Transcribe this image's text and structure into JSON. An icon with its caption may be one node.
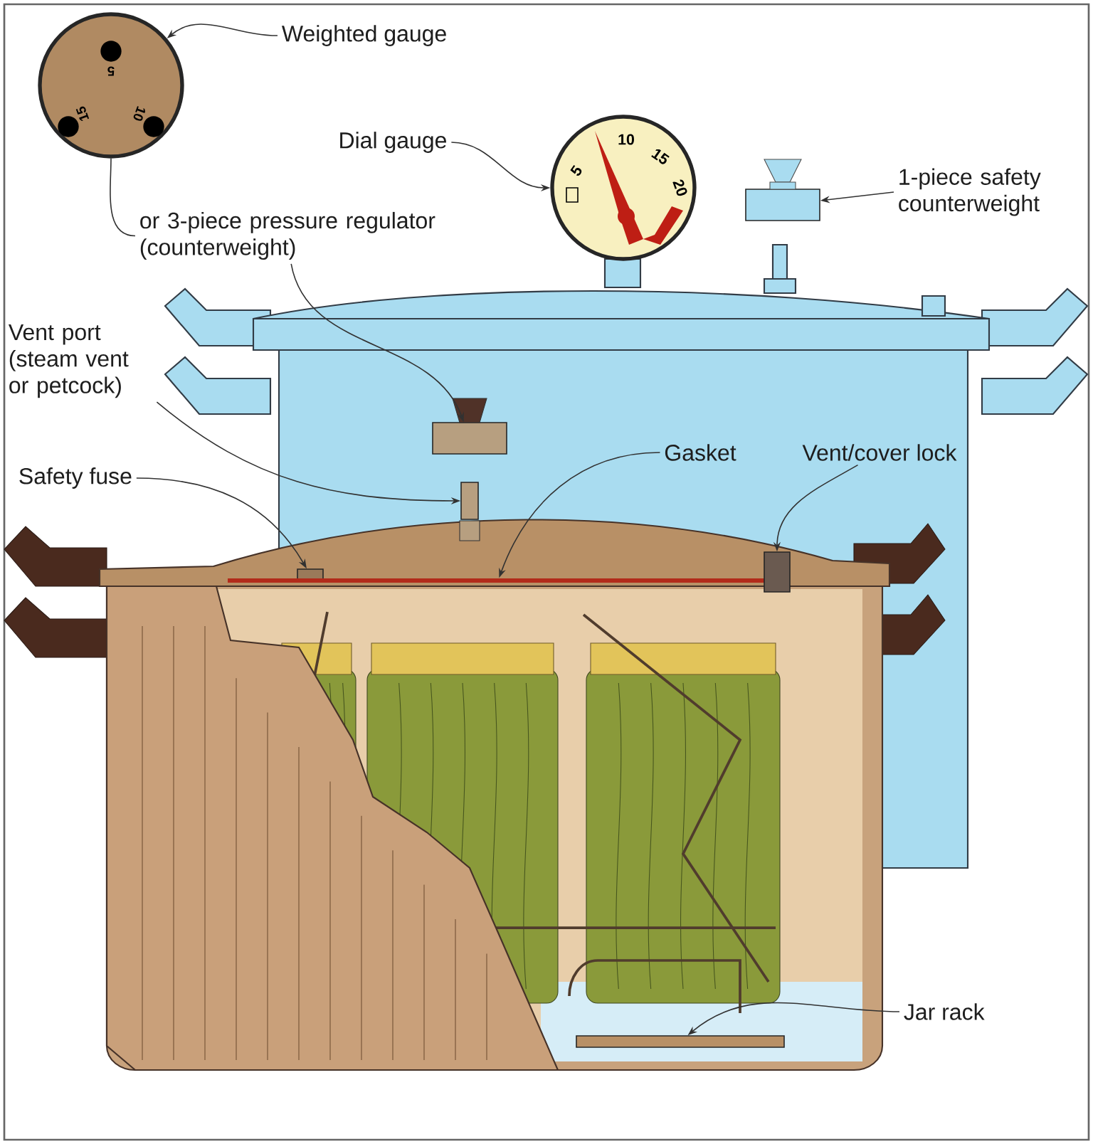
{
  "diagram": {
    "nodes": [
      {
        "text": [
          "Weighted gauge"
        ]
      },
      {
        "text": [],
        "shape": "circle"
      },
      {
        "text": [
          "Dial gauge"
        ]
      },
      {
        "text": [],
        "shape": "circle"
      },
      {
        "text": [
          "or 3-piece pressure regulator (counterweight)"
        ]
      },
      {
        "text": [
          "1-piece safety counterweight"
        ]
      },
      {
        "text": [],
        "shape": "box"
      },
      {
        "text": [],
        "shape": "box"
      },
      {
        "text": [
          "Vent port (steam vent or petcock)"
        ]
      },
      {
        "text": [],
        "shape": "box"
      },
      {
        "text": [
          "Safety fuse"
        ]
      },
      {
        "text": [],
        "shape": "box"
      },
      {
        "text": [
          "Gasket"
        ]
      },
      {
        "text": [],
        "shape": "bar"
      },
      {
        "text": [
          "Vent/cover lock"
        ]
      },
      {
        "text": [],
        "shape": "box"
      },
      {
        "text": [
          "Jar rack"
        ]
      },
      {
        "text": [],
        "shape": "bar"
      }
    ],
    "edges": [
      {
        "from": 0,
        "to": 1,
        "arrow": "to"
      },
      {
        "from": 2,
        "to": 3,
        "arrow": "to"
      },
      {
        "from": 4,
        "to": 1,
        "arrow": "none"
      },
      {
        "from": 4,
        "to": 7,
        "arrow": "to"
      },
      {
        "from": 5,
        "to": 6,
        "arrow": "to"
      },
      {
        "from": 8,
        "to": 9,
        "arrow": "to"
      },
      {
        "from": 10,
        "to": 11,
        "arrow": "to"
      },
      {
        "from": 12,
        "to": 13,
        "arrow": "to"
      },
      {
        "from": 14,
        "to": 15,
        "arrow": "to"
      },
      {
        "from": 16,
        "to": 17,
        "arrow": "to"
      }
    ],
    "labels": [
      "5",
      "15",
      "10",
      "5",
      "10",
      "15",
      "20"
    ]
  }
}
